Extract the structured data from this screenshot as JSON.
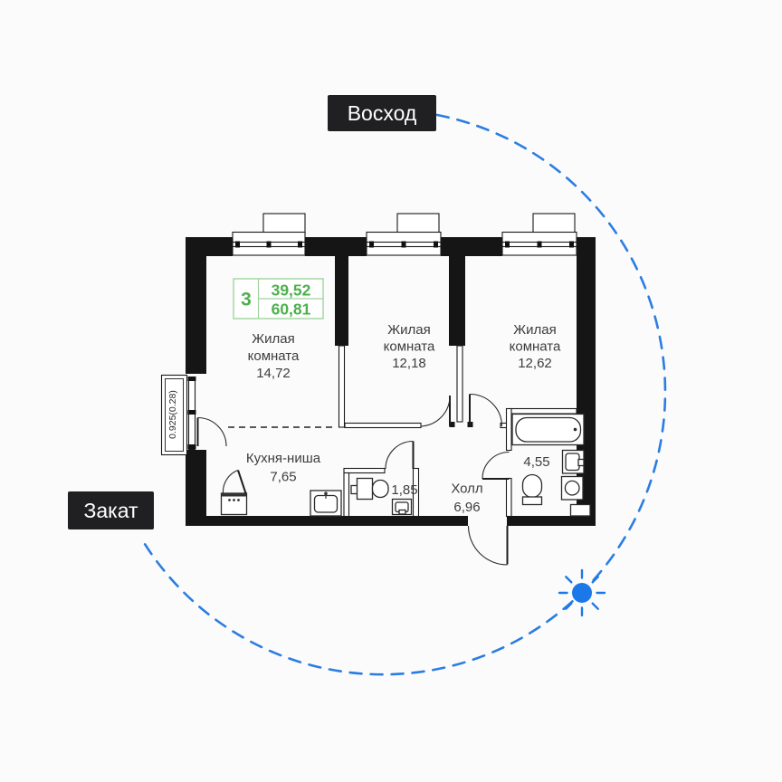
{
  "orientation": {
    "sunrise_label": "Восход",
    "sunset_label": "Закат"
  },
  "badge": {
    "rooms_count": "3",
    "living_area": "39,52",
    "total_area": "60,81"
  },
  "rooms": {
    "room1": {
      "line1": "Жилая",
      "line2": "комната",
      "area": "14,72"
    },
    "room2": {
      "line1": "Жилая",
      "line2": "комната",
      "area": "12,18"
    },
    "room3": {
      "line1": "Жилая",
      "line2": "комната",
      "area": "12,62"
    },
    "kitchen": {
      "label": "Кухня-ниша",
      "area": "7,65"
    },
    "hall": {
      "label": "Холл",
      "area": "6,96"
    },
    "bathroom_small": {
      "area": "1,85"
    },
    "bathroom_large": {
      "area": "4,55"
    }
  },
  "balcony": {
    "dimension": "0.925(0.28)"
  },
  "colors": {
    "sun_path": "#2b7de2",
    "sun": "#1a78e8",
    "badge_green": "#4cb04c",
    "badge_border": "#9fd49f",
    "wall_black": "#151515",
    "label_box": "#202022"
  }
}
